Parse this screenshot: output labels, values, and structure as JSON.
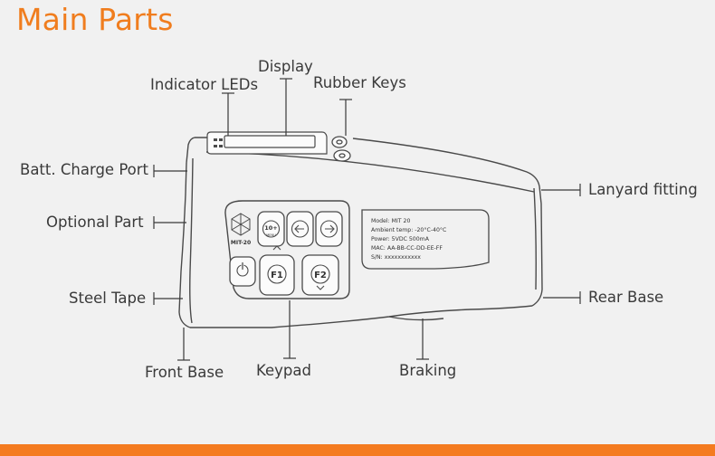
{
  "title": "Main Parts",
  "labels": {
    "indicator_leds": "Indicator LEDs",
    "display": "Display",
    "rubber_keys": "Rubber Keys",
    "batt_charge_port": "Batt. Charge Port",
    "optional_part": "Optional Part",
    "steel_tape": "Steel Tape",
    "front_base": "Front Base",
    "keypad": "Keypad",
    "braking": "Braking",
    "lanyard_fitting": "Lanyard fitting",
    "rear_base": "Rear Base"
  },
  "device": {
    "logo_text": "MIT-20",
    "menu_key": "MENU",
    "ten_key": "10+",
    "f1": "F1",
    "f2": "F2",
    "nameplate": {
      "line1": "Model: MIT 20",
      "line2": "Ambient temp: -20°C-40°C",
      "line3": "Power: 5VDC 500mA",
      "line4": "MAC: AA-BB-CC-DD-EE-FF",
      "line5": "S/N: xxxxxxxxxxx"
    }
  },
  "colors": {
    "accent": "#f07d1e",
    "bar": "#f47b20",
    "outline": "#4a4a4a",
    "background": "#f1f1f1"
  }
}
